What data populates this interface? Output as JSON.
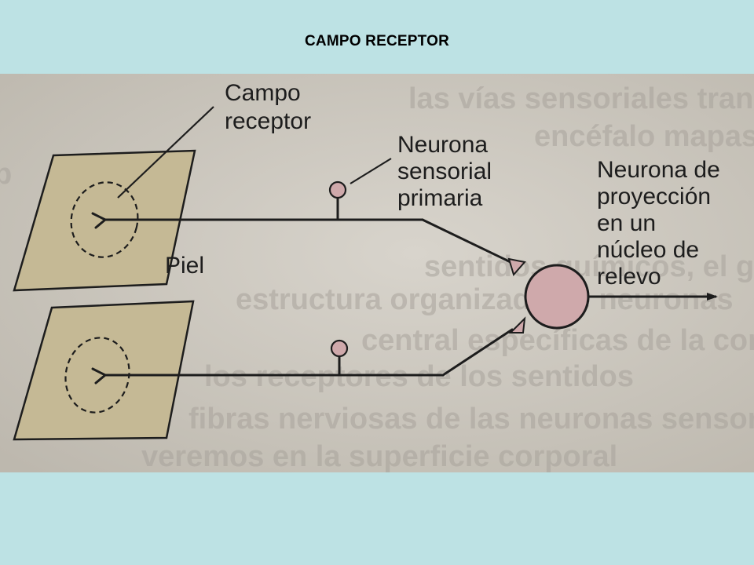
{
  "slide": {
    "title": "CAMPO RECEPTOR"
  },
  "diagram": {
    "labels": {
      "receptive_field_line1": "Campo",
      "receptive_field_line2": "receptor",
      "primary_neuron_line1": "Neurona",
      "primary_neuron_line2": "sensorial",
      "primary_neuron_line3": "primaria",
      "projection_neuron_line1": "Neurona de",
      "projection_neuron_line2": "proyección",
      "projection_neuron_line3": "en un",
      "projection_neuron_line4": "núcleo de",
      "projection_neuron_line5": "relevo",
      "skin": "Piel"
    },
    "background_text_rows": [
      "las vías sensoriales transmiten hasta el",
      "encéfalo mapas neurales de la superficie",
      "p",
      "sentidos químicos, el gusto y",
      "estructura organizada de neuronas",
      "central específicas de la corteza",
      "los receptores de los sentidos",
      "fibras nerviosas de las neuronas sensoriales",
      "veremos en la superficie corporal"
    ],
    "colors": {
      "page_background": "#bde2e4",
      "paper": "#cfcbc2",
      "skin_patch": "#c5b995",
      "cell_body": "#cfa9ab",
      "ink": "#1d1d1d"
    }
  }
}
